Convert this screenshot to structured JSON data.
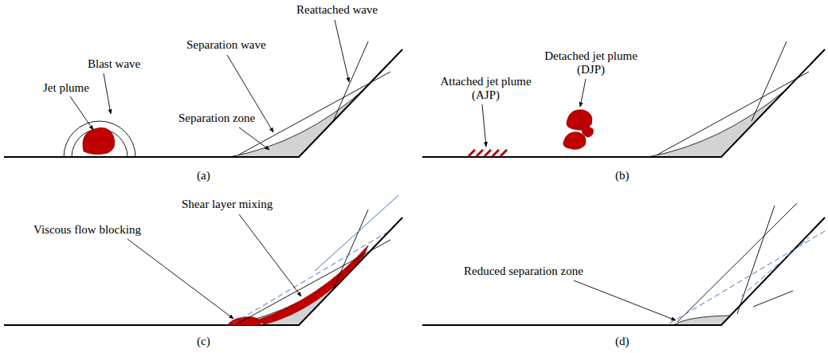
{
  "diagram": {
    "labels": [
      "Reattached wave",
      "Blast wave",
      "Separation wave",
      "Jet plume",
      "Separation zone",
      "(a)",
      "Attached jet plume (AJP)",
      "Detached jet plume (DJP)",
      "(b)",
      "Shear layer mixing",
      "Viscous flow blocking",
      "(c)",
      "Reduced separation zone",
      "(d)"
    ]
  }
}
